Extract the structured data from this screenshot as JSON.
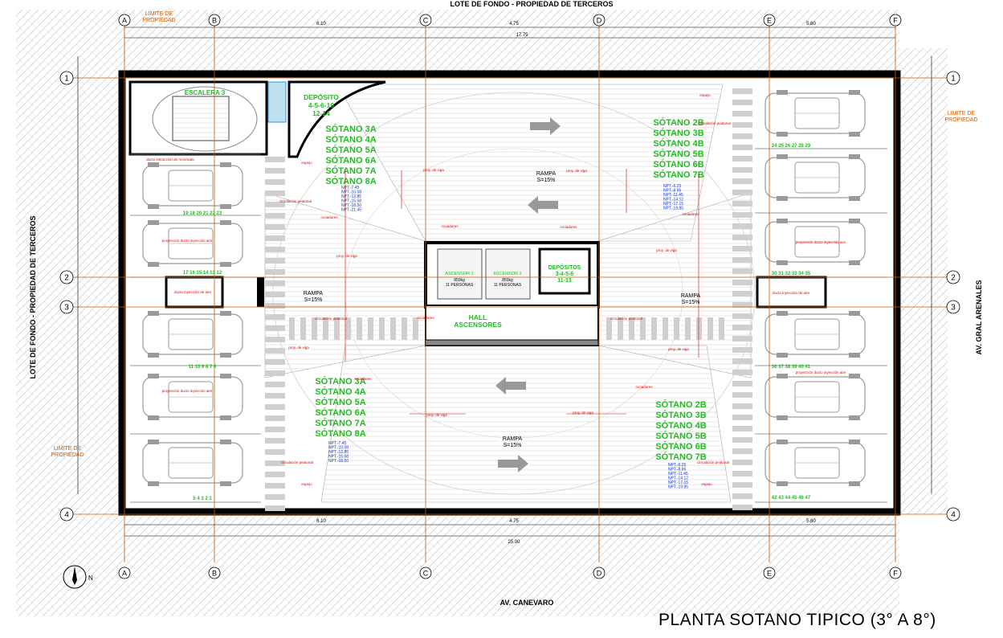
{
  "drawing_title": "PLANTA SOTANO TIPICO (3° A 8°)",
  "streets": {
    "top": "LOTE DE FONDO - PROPIEDAD DE TERCEROS",
    "left": "LOTE DE FONDO - PROPIEDAD DE TERCEROS",
    "right": "AV. GRAL ARENALES",
    "bottom": "AV. CANEVARO"
  },
  "property_limit_labels": [
    "LIMITE DE",
    "PROPIEDAD"
  ],
  "north_label": "N",
  "axes": {
    "columns": [
      "A",
      "B",
      "C",
      "D",
      "E",
      "F"
    ],
    "rows": [
      "1",
      "2",
      "3",
      "4"
    ]
  },
  "rooms": {
    "stair": "ESCALERA 3",
    "elevator_1": "ASCENSOR 1",
    "elevator_2": "ASCENSOR 2",
    "elevator_capacity": [
      "850kg",
      "11 PERSONAS"
    ],
    "deposit_top": [
      "DEPÓSITO",
      "4-5-6-10",
      "12-14"
    ],
    "deposit_center": [
      "DEPÓSITOS",
      "3-4-5-6",
      "11-13"
    ],
    "hall": [
      "HALL",
      "ASCENSORES"
    ]
  },
  "ramps": [
    {
      "title": "RAMPA",
      "slope": "S=15%"
    },
    {
      "title": "RAMPA",
      "slope": "S=15%"
    },
    {
      "title": "RAMPA",
      "slope": "S=15%"
    },
    {
      "title": "RAMPA",
      "slope": "S=15%"
    }
  ],
  "level_groups": {
    "top_left": [
      "SÓTANO 3A",
      "SÓTANO 4A",
      "SÓTANO 5A",
      "SÓTANO 6A",
      "SÓTANO 7A",
      "SÓTANO 8A"
    ],
    "top_right": [
      "SÓTANO 2B",
      "SÓTANO 3B",
      "SÓTANO 4B",
      "SÓTANO 5B",
      "SÓTANO 6B",
      "SÓTANO 7B"
    ],
    "bottom_left": [
      "SÓTANO 3A",
      "SÓTANO 4A",
      "SÓTANO 5A",
      "SÓTANO 6A",
      "SÓTANO 7A",
      "SÓTANO 8A"
    ],
    "bottom_right": [
      "SÓTANO 2B",
      "SÓTANO 3B",
      "SÓTANO 4B",
      "SÓTANO 5B",
      "SÓTANO 6B",
      "SÓTANO 7B"
    ]
  },
  "levels_npt": {
    "top_left": [
      "NPT.-7.45",
      "NPT.-10.08",
      "NPT.-12.85",
      "NPT.-15.58",
      "NPT.-18.50",
      "NPT.-21.45"
    ],
    "top_right": [
      "NPT.-6.25",
      "NPT.-8.95",
      "NPT.-11.45",
      "NPT.-14.12",
      "NPT.-17.15",
      "NPT.-19.85"
    ],
    "bottom_left": [
      "NPT.-7.45",
      "NPT.-10.08",
      "NPT.-12.85",
      "NPT.-15.58",
      "NPT.-18.50"
    ],
    "bottom_right": [
      "NPT.-6.25",
      "NPT.-8.95",
      "NPT.-11.45",
      "NPT.-14.12",
      "NPT.-17.15",
      "NPT.-19.85"
    ]
  },
  "parking_numbers": {
    "row_left_1": "19 18 20 21 22 23",
    "row_left_2": "17 16 15 14 13 12",
    "row_left_3": "11 10 9 8 7 6",
    "row_left_4": "5 4 3 2 1",
    "row_right_1": "24 25 26 27 28 29",
    "row_right_2": "30 31 32 33 34 35",
    "row_right_3": "36 37 38 39 40 41",
    "row_right_4": "42 43 44 45 46 47"
  },
  "annotations": {
    "circulation": "circulación peatonal",
    "beam": "proy. de viga",
    "sprinkler": "rociadores",
    "mirror": "espejo",
    "duct": "ducto inyección de aire",
    "projection_duct": "proyección ducto inyección aire",
    "smoke": "ducto extracción de monóxido"
  },
  "dimensions_top": [
    "6.10",
    "4.75",
    "5.60",
    "17.75"
  ],
  "dimensions_bottom": [
    "6.10",
    "4.75",
    "5.60",
    "25.00"
  ],
  "colors": {
    "frame": "#000000",
    "axis": "#cc5a00",
    "green": "#22bb22",
    "blue": "#1133cc",
    "red": "#dd0000",
    "car": "#9a9a9a",
    "hatch": "#c8c8c8"
  }
}
